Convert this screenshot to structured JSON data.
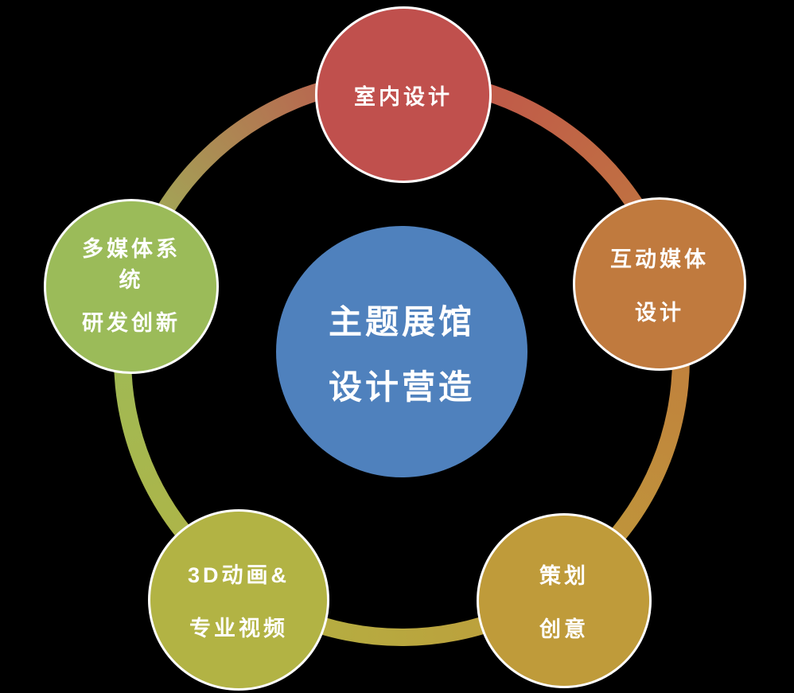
{
  "background_color": "#000000",
  "diagram": {
    "type": "cycle",
    "center": {
      "lines": [
        "主题展馆",
        "设计营造"
      ],
      "color": "#4f81bd"
    },
    "nodes": [
      {
        "id": "interior-design",
        "lines": [
          "室内设计"
        ],
        "color": "#c0504d"
      },
      {
        "id": "interactive-media",
        "lines": [
          "互动媒体",
          "设计"
        ],
        "color": "#c07a3e"
      },
      {
        "id": "planning-creativity",
        "lines": [
          "策划",
          "创意"
        ],
        "color": "#bf9b3a"
      },
      {
        "id": "animation-video",
        "lines": [
          "3D动画&",
          "专业视频"
        ],
        "color": "#b2b344"
      },
      {
        "id": "multimedia-system",
        "lines": [
          "多媒体系",
          "统",
          "研发创新"
        ],
        "color": "#9bbb59"
      }
    ]
  }
}
